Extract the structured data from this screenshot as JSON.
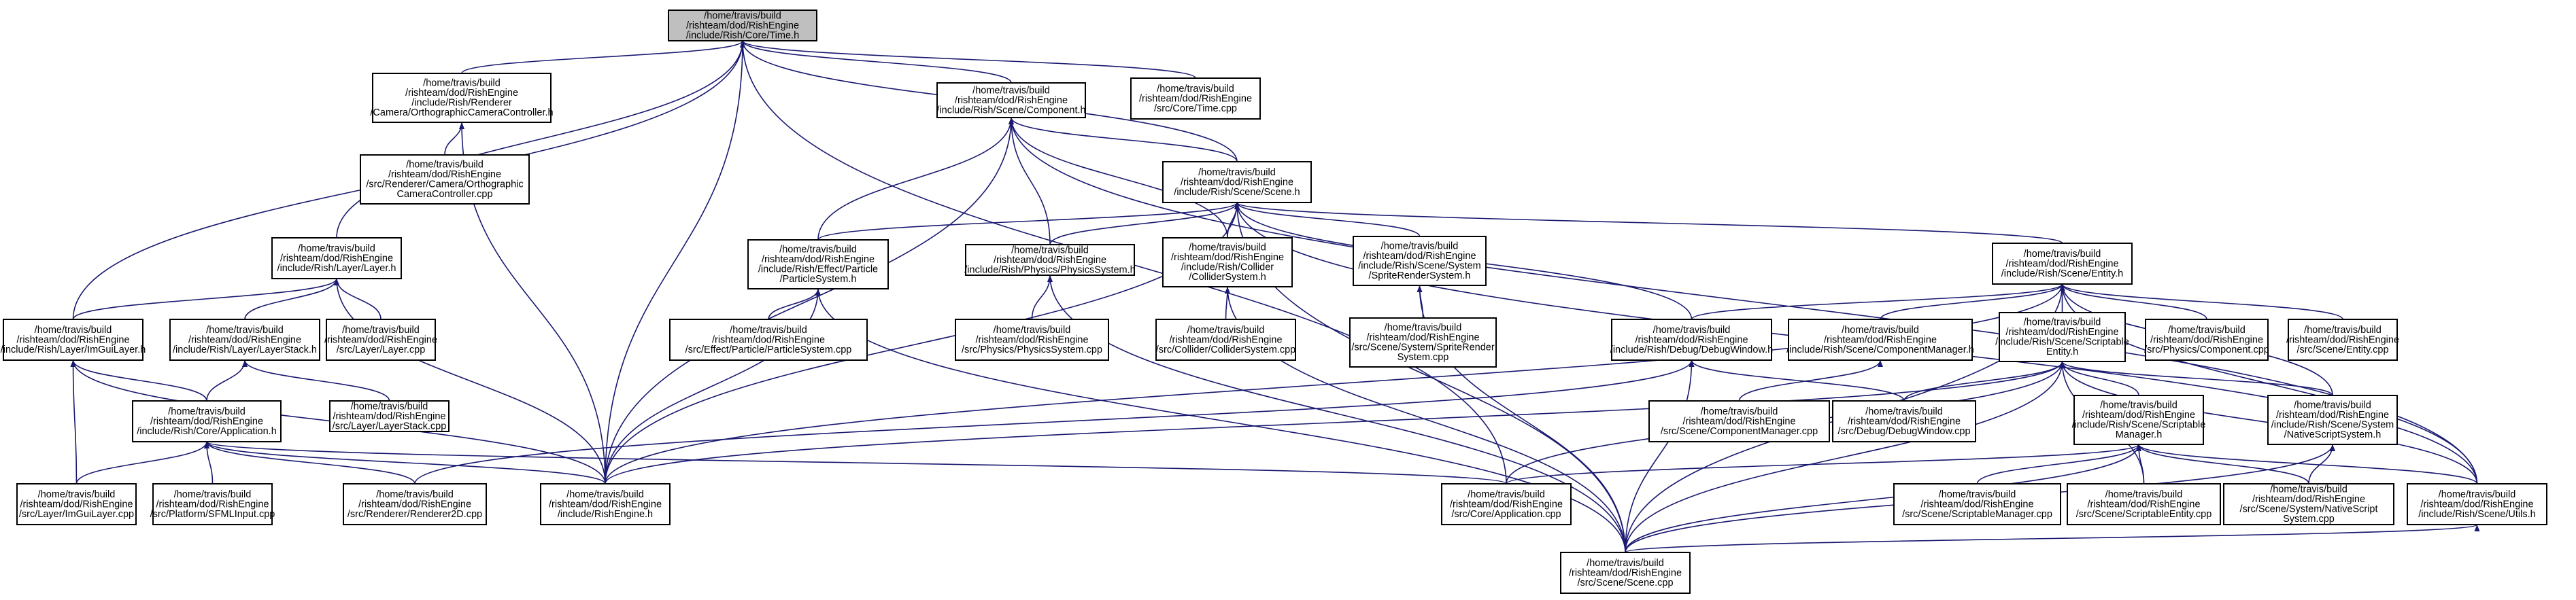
{
  "nodes": [
    {
      "id": "core_time_h",
      "lines": [
        "/home/travis/build",
        "/rishteam/dod/RishEngine",
        "/include/Rish/Core/Time.h"
      ],
      "root": true
    },
    {
      "id": "ortho_ctrl_h",
      "lines": [
        "/home/travis/build",
        "/rishteam/dod/RishEngine",
        "/include/Rish/Renderer",
        "/Camera/OrthographicCameraController.h"
      ]
    },
    {
      "id": "component_h",
      "lines": [
        "/home/travis/build",
        "/rishteam/dod/RishEngine",
        "/include/Rish/Scene/Component.h"
      ]
    },
    {
      "id": "time_cpp",
      "lines": [
        "/home/travis/build",
        "/rishteam/dod/RishEngine",
        "/src/Core/Time.cpp"
      ]
    },
    {
      "id": "ortho_ctrl_cpp",
      "lines": [
        "/home/travis/build",
        "/rishteam/dod/RishEngine",
        "/src/Renderer/Camera/Orthographic",
        "CameraController.cpp"
      ]
    },
    {
      "id": "scene_h",
      "lines": [
        "/home/travis/build",
        "/rishteam/dod/RishEngine",
        "/include/Rish/Scene/Scene.h"
      ]
    },
    {
      "id": "layer_h",
      "lines": [
        "/home/travis/build",
        "/rishteam/dod/RishEngine",
        "/include/Rish/Layer/Layer.h"
      ]
    },
    {
      "id": "particle_sys_h",
      "lines": [
        "/home/travis/build",
        "/rishteam/dod/RishEngine",
        "/include/Rish/Effect/Particle",
        "/ParticleSystem.h"
      ]
    },
    {
      "id": "physics_sys_h",
      "lines": [
        "/home/travis/build",
        "/rishteam/dod/RishEngine",
        "/include/Rish/Physics/PhysicsSystem.h"
      ]
    },
    {
      "id": "collider_sys_h",
      "lines": [
        "/home/travis/build",
        "/rishteam/dod/RishEngine",
        "/include/Rish/Collider",
        "/ColliderSystem.h"
      ]
    },
    {
      "id": "sprite_sys_h",
      "lines": [
        "/home/travis/build",
        "/rishteam/dod/RishEngine",
        "/include/Rish/Scene/System",
        "/SpriteRenderSystem.h"
      ]
    },
    {
      "id": "scene_entity_h",
      "lines": [
        "/home/travis/build",
        "/rishteam/dod/RishEngine",
        "/include/Rish/Scene/Entity.h"
      ]
    },
    {
      "id": "imgui_layer_h",
      "lines": [
        "/home/travis/build",
        "/rishteam/dod/RishEngine",
        "/include/Rish/Layer/ImGuiLayer.h"
      ]
    },
    {
      "id": "layer_stack_h",
      "lines": [
        "/home/travis/build",
        "/rishteam/dod/RishEngine",
        "/include/Rish/Layer/LayerStack.h"
      ]
    },
    {
      "id": "layer_cpp",
      "lines": [
        "/home/travis/build",
        "/rishteam/dod/RishEngine",
        "/src/Layer/Layer.cpp"
      ]
    },
    {
      "id": "particle_sys_cpp",
      "lines": [
        "/home/travis/build",
        "/rishteam/dod/RishEngine",
        "/src/Effect/Particle/ParticleSystem.cpp"
      ]
    },
    {
      "id": "physics_sys_cpp",
      "lines": [
        "/home/travis/build",
        "/rishteam/dod/RishEngine",
        "/src/Physics/PhysicsSystem.cpp"
      ]
    },
    {
      "id": "collider_sys_cpp",
      "lines": [
        "/home/travis/build",
        "/rishteam/dod/RishEngine",
        "/src/Collider/ColliderSystem.cpp"
      ]
    },
    {
      "id": "sprite_sys_cpp",
      "lines": [
        "/home/travis/build",
        "/rishteam/dod/RishEngine",
        "/src/Scene/System/SpriteRender",
        "System.cpp"
      ]
    },
    {
      "id": "debug_window_h",
      "lines": [
        "/home/travis/build",
        "/rishteam/dod/RishEngine",
        "/include/Rish/Debug/DebugWindow.h"
      ]
    },
    {
      "id": "component_mgr_h",
      "lines": [
        "/home/travis/build",
        "/rishteam/dod/RishEngine",
        "/include/Rish/Scene/ComponentManager.h"
      ]
    },
    {
      "id": "scriptable_entity_h",
      "lines": [
        "/home/travis/build",
        "/rishteam/dod/RishEngine",
        "/include/Rish/Scene/Scriptable",
        "Entity.h"
      ]
    },
    {
      "id": "physics_component_cpp",
      "lines": [
        "/home/travis/build",
        "/rishteam/dod/RishEngine",
        "/src/Physics/Component.cpp"
      ]
    },
    {
      "id": "scene_entity_cpp",
      "lines": [
        "/home/travis/build",
        "/rishteam/dod/RishEngine",
        "/src/Scene/Entity.cpp"
      ]
    },
    {
      "id": "layer_stack_cpp",
      "lines": [
        "/home/travis/build",
        "/rishteam/dod/RishEngine",
        "/src/Layer/LayerStack.cpp"
      ]
    },
    {
      "id": "core_app_h",
      "lines": [
        "/home/travis/build",
        "/rishteam/dod/RishEngine",
        "/include/Rish/Core/Application.h"
      ]
    },
    {
      "id": "component_mgr_cpp",
      "lines": [
        "/home/travis/build",
        "/rishteam/dod/RishEngine",
        "/src/Scene/ComponentManager.cpp"
      ]
    },
    {
      "id": "debug_window_cpp",
      "lines": [
        "/home/travis/build",
        "/rishteam/dod/RishEngine",
        "/src/Debug/DebugWindow.cpp"
      ]
    },
    {
      "id": "scriptable_mgr_h",
      "lines": [
        "/home/travis/build",
        "/rishteam/dod/RishEngine",
        "/include/Rish/Scene/Scriptable",
        "Manager.h"
      ]
    },
    {
      "id": "native_script_h",
      "lines": [
        "/home/travis/build",
        "/rishteam/dod/RishEngine",
        "/include/Rish/Scene/System",
        "/NativeScriptSystem.h"
      ]
    },
    {
      "id": "imgui_layer_cpp",
      "lines": [
        "/home/travis/build",
        "/rishteam/dod/RishEngine",
        "/src/Layer/ImGuiLayer.cpp"
      ]
    },
    {
      "id": "sfml_input_cpp",
      "lines": [
        "/home/travis/build",
        "/rishteam/dod/RishEngine",
        "/src/Platform/SFMLInput.cpp"
      ]
    },
    {
      "id": "renderer2d_cpp",
      "lines": [
        "/home/travis/build",
        "/rishteam/dod/RishEngine",
        "/src/Renderer/Renderer2D.cpp"
      ]
    },
    {
      "id": "rish_engine_h",
      "lines": [
        "/home/travis/build",
        "/rishteam/dod/RishEngine",
        "/include/RishEngine.h"
      ]
    },
    {
      "id": "core_app_cpp",
      "lines": [
        "/home/travis/build",
        "/rishteam/dod/RishEngine",
        "/src/Core/Application.cpp"
      ]
    },
    {
      "id": "scriptable_mgr_cpp",
      "lines": [
        "/home/travis/build",
        "/rishteam/dod/RishEngine",
        "/src/Scene/ScriptableManager.cpp"
      ]
    },
    {
      "id": "scriptable_entity_cpp",
      "lines": [
        "/home/travis/build",
        "/rishteam/dod/RishEngine",
        "/src/Scene/ScriptableEntity.cpp"
      ]
    },
    {
      "id": "native_script_cpp",
      "lines": [
        "/home/travis/build",
        "/rishteam/dod/RishEngine",
        "/src/Scene/System/NativeScript",
        "System.cpp"
      ]
    },
    {
      "id": "scene_utils_h",
      "lines": [
        "/home/travis/build",
        "/rishteam/dod/RishEngine",
        "/include/Rish/Scene/Utils.h"
      ]
    },
    {
      "id": "scene_cpp",
      "lines": [
        "/home/travis/build",
        "/rishteam/dod/RishEngine",
        "/src/Scene/Scene.cpp"
      ]
    }
  ],
  "edges": [
    [
      "ortho_ctrl_h",
      "core_time_h"
    ],
    [
      "component_h",
      "core_time_h"
    ],
    [
      "time_cpp",
      "core_time_h"
    ],
    [
      "layer_h",
      "core_time_h"
    ],
    [
      "imgui_layer_h",
      "core_time_h"
    ],
    [
      "rish_engine_h",
      "core_time_h"
    ],
    [
      "core_app_cpp",
      "core_time_h"
    ],
    [
      "scene_h",
      "core_time_h"
    ],
    [
      "ortho_ctrl_cpp",
      "ortho_ctrl_h"
    ],
    [
      "rish_engine_h",
      "ortho_ctrl_h"
    ],
    [
      "scene_h",
      "component_h"
    ],
    [
      "particle_sys_h",
      "component_h"
    ],
    [
      "physics_sys_h",
      "component_h"
    ],
    [
      "collider_sys_h",
      "component_h"
    ],
    [
      "rish_engine_h",
      "component_h"
    ],
    [
      "scene_utils_h",
      "component_h"
    ],
    [
      "particle_sys_h",
      "scene_h"
    ],
    [
      "physics_sys_h",
      "scene_h"
    ],
    [
      "collider_sys_h",
      "scene_h"
    ],
    [
      "sprite_sys_h",
      "scene_h"
    ],
    [
      "scene_entity_h",
      "scene_h"
    ],
    [
      "debug_window_h",
      "scene_h"
    ],
    [
      "rish_engine_h",
      "scene_h"
    ],
    [
      "scene_cpp",
      "scene_h"
    ],
    [
      "scene_utils_h",
      "scene_h"
    ],
    [
      "imgui_layer_h",
      "layer_h"
    ],
    [
      "layer_stack_h",
      "layer_h"
    ],
    [
      "layer_cpp",
      "layer_h"
    ],
    [
      "rish_engine_h",
      "layer_h"
    ],
    [
      "particle_sys_cpp",
      "particle_sys_h"
    ],
    [
      "rish_engine_h",
      "particle_sys_h"
    ],
    [
      "scene_cpp",
      "particle_sys_h"
    ],
    [
      "physics_sys_cpp",
      "physics_sys_h"
    ],
    [
      "scene_cpp",
      "physics_sys_h"
    ],
    [
      "collider_sys_cpp",
      "collider_sys_h"
    ],
    [
      "scene_cpp",
      "collider_sys_h"
    ],
    [
      "sprite_sys_cpp",
      "sprite_sys_h"
    ],
    [
      "scene_cpp",
      "sprite_sys_h"
    ],
    [
      "debug_window_h",
      "scene_entity_h"
    ],
    [
      "component_mgr_h",
      "scene_entity_h"
    ],
    [
      "scriptable_entity_h",
      "scene_entity_h"
    ],
    [
      "physics_component_cpp",
      "scene_entity_h"
    ],
    [
      "scene_entity_cpp",
      "scene_entity_h"
    ],
    [
      "native_script_h",
      "scene_entity_h"
    ],
    [
      "scene_utils_h",
      "scene_entity_h"
    ],
    [
      "rish_engine_h",
      "scene_entity_h"
    ],
    [
      "scene_cpp",
      "scene_entity_h"
    ],
    [
      "imgui_layer_cpp",
      "imgui_layer_h"
    ],
    [
      "core_app_h",
      "imgui_layer_h"
    ],
    [
      "rish_engine_h",
      "imgui_layer_h"
    ],
    [
      "core_app_h",
      "layer_stack_h"
    ],
    [
      "layer_stack_cpp",
      "layer_stack_h"
    ],
    [
      "debug_window_cpp",
      "debug_window_h"
    ],
    [
      "scene_cpp",
      "debug_window_h"
    ],
    [
      "renderer2d_cpp",
      "debug_window_h"
    ],
    [
      "component_mgr_cpp",
      "component_mgr_h"
    ],
    [
      "scriptable_mgr_h",
      "scriptable_entity_h"
    ],
    [
      "native_script_h",
      "scriptable_entity_h"
    ],
    [
      "scriptable_entity_cpp",
      "scriptable_entity_h"
    ],
    [
      "debug_window_cpp",
      "scriptable_entity_h"
    ],
    [
      "rish_engine_h",
      "scriptable_entity_h"
    ],
    [
      "core_app_cpp",
      "scriptable_entity_h"
    ],
    [
      "scene_cpp",
      "scriptable_entity_h"
    ],
    [
      "scene_utils_h",
      "scriptable_entity_h"
    ],
    [
      "imgui_layer_cpp",
      "core_app_h"
    ],
    [
      "sfml_input_cpp",
      "core_app_h"
    ],
    [
      "renderer2d_cpp",
      "core_app_h"
    ],
    [
      "rish_engine_h",
      "core_app_h"
    ],
    [
      "core_app_cpp",
      "core_app_h"
    ],
    [
      "scriptable_mgr_cpp",
      "scriptable_mgr_h"
    ],
    [
      "scriptable_entity_cpp",
      "scriptable_mgr_h"
    ],
    [
      "native_script_cpp",
      "scriptable_mgr_h"
    ],
    [
      "scene_utils_h",
      "scriptable_mgr_h"
    ],
    [
      "core_app_cpp",
      "scriptable_mgr_h"
    ],
    [
      "scene_cpp",
      "scriptable_mgr_h"
    ],
    [
      "native_script_cpp",
      "native_script_h"
    ],
    [
      "scene_cpp",
      "native_script_h"
    ],
    [
      "scene_cpp",
      "scene_utils_h"
    ]
  ]
}
